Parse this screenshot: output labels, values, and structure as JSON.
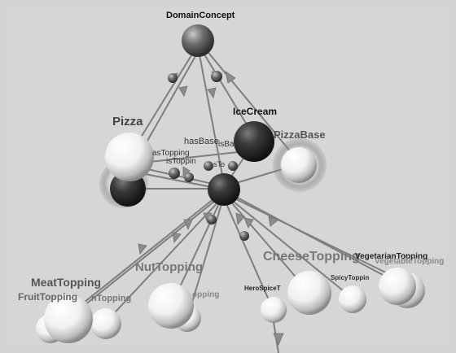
{
  "scene": {
    "background_color": "#d4d4d4",
    "edge_color": "#7e7e7e",
    "arrow_color": "#8c8c8c"
  },
  "labels": {
    "domain_concept": "DomainConcept",
    "pizza": "Pizza",
    "ice_cream": "IceCream",
    "pizza_base": "PizzaBase",
    "has_base": "hasBase",
    "has_base_2": "isBa",
    "has_topping": "asTopping",
    "is_topping_of": "isToppin",
    "is_topping_of_2": "sTo",
    "cheese_topping": "CheeseTopping",
    "vegetarian_topping": "VegetarianTopping",
    "vegetable_topping": "VegetableTopping",
    "meat_topping": "MeatTopping",
    "fruit_topping": "FruitTopping",
    "fish_topping": "hTopping",
    "nut_topping": "NutTopping",
    "nut_topping_side": "opping",
    "hero_spice_topping": "HeroSpiceT",
    "spicy_topping": "SpicyToppin"
  }
}
